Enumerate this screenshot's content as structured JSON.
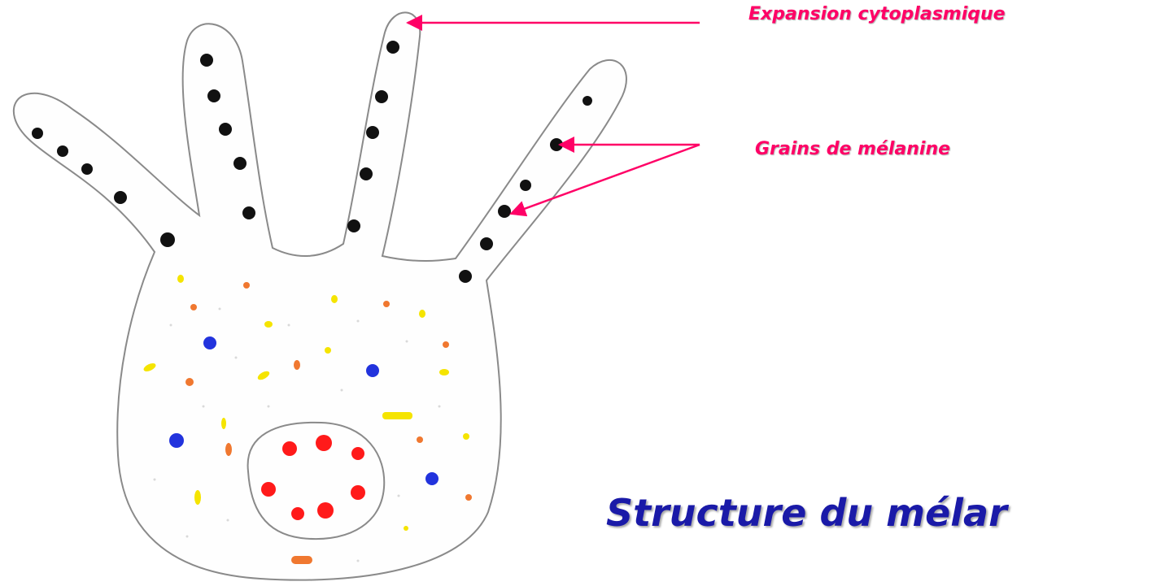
{
  "labels": {
    "expansion": "Expansion cytoplasmique",
    "grains": "Grains de mélanine",
    "title": "Structure du mélar"
  },
  "colors": {
    "callout": "#ff0066",
    "title": "#1a1aa8",
    "outline": "#8a8a8a",
    "melanin": "#111111",
    "nucleus_chromatin": "#ff1a1a",
    "granule_yellow": "#f5e400",
    "granule_orange": "#f07830",
    "granule_blue": "#2233dd"
  }
}
